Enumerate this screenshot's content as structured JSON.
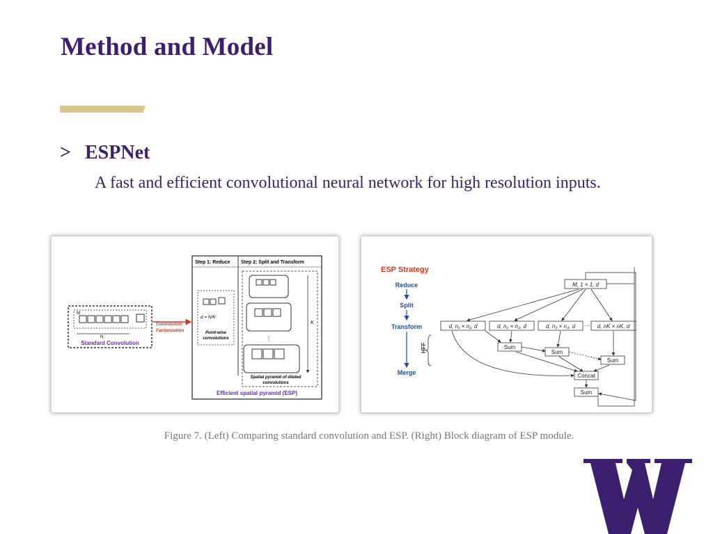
{
  "slide": {
    "title": "Method and Model",
    "bullet_glyph": ">",
    "bullet_heading": "ESPNet",
    "subtitle": "A fast and efficient convolutional neural network for high resolution inputs.",
    "caption": "Figure 7.  (Left) Comparing standard convolution and ESP. (Right) Block diagram of ESP module."
  },
  "colors": {
    "title": "#3c1f6e",
    "gold_accent": "#d9c68c",
    "caption": "#777777",
    "logo": "#3c1f6e",
    "diagram_purple": "#6a2ea8",
    "diagram_red": "#d9361c",
    "diagram_blue": "#1f4e9a"
  },
  "left_figure": {
    "standard_label": "Standard Convolution",
    "factorization_line1": "Convolution",
    "factorization_line2": "Factorization",
    "step1": "Step 1: Reduce",
    "step2": "Step 2: Split and Transform",
    "pointwise_line1": "Point-wise",
    "pointwise_line2": "convolutions",
    "formula": "d = N/K",
    "pyramid_line1": "Spatial pyramid of dilated",
    "pyramid_line2": "convolutions",
    "esp_label": "Efficient spatial pyramid (ESP)",
    "k_label": "K",
    "sym_n": "N",
    "sym_m": "M",
    "sym_d": "d"
  },
  "right_figure": {
    "strategy_title": "ESP Strategy",
    "steps": [
      "Reduce",
      "Split",
      "Transform",
      "Merge"
    ],
    "hff": "HFF",
    "top_node": "M, 1 × 1, d",
    "branches": [
      "d, n₁ × n₁, d",
      "d, n₂ × n₂, d",
      "d, n₃ × n₃, d",
      "d, nK × nK, d"
    ],
    "dots": "···",
    "sum_label": "Sum",
    "concat_label": "Concat",
    "final_label": "Sum"
  },
  "logo": {
    "letter": "W"
  }
}
